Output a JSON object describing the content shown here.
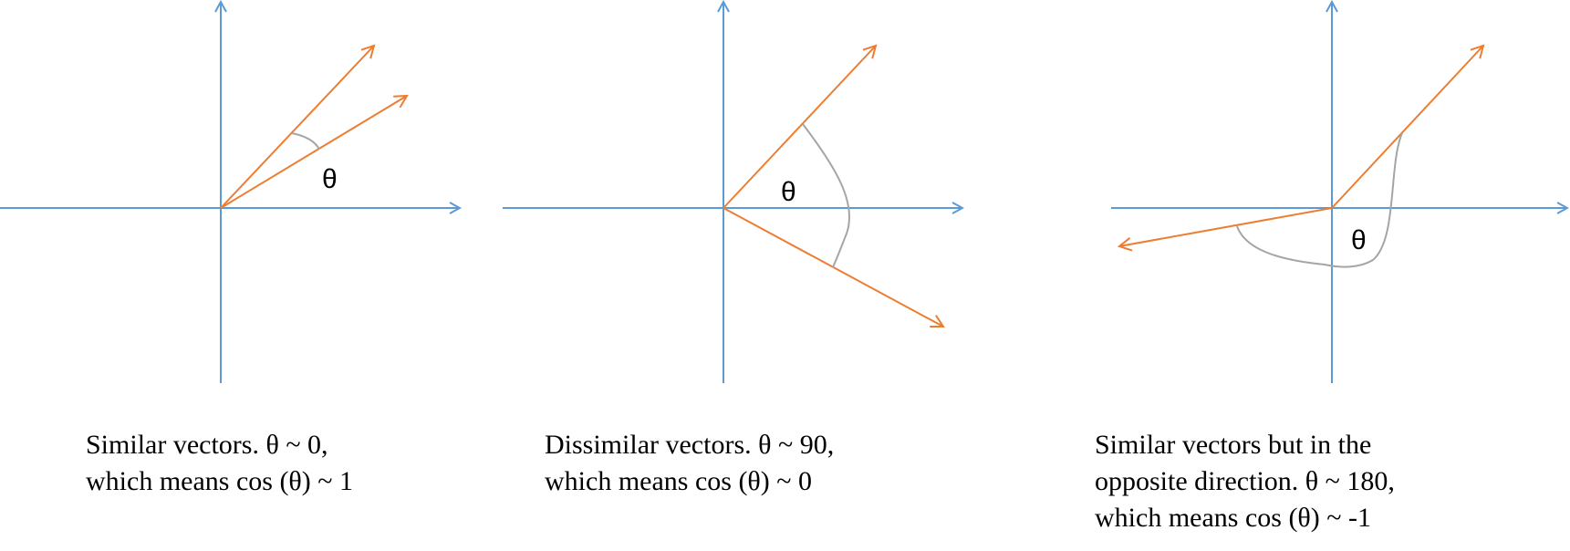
{
  "colors": {
    "axis": "#5b9bd5",
    "vector": "#ed7d31",
    "arc": "#a5a5a5",
    "text": "#000000"
  },
  "panels": [
    {
      "id": "similar",
      "angle_label": "θ",
      "caption": [
        "Similar vectors. θ ~ 0,",
        "which means cos (θ) ~ 1"
      ]
    },
    {
      "id": "dissimilar",
      "angle_label": "θ",
      "caption": [
        "Dissimilar vectors. θ ~ 90,",
        "which means cos (θ) ~ 0"
      ]
    },
    {
      "id": "opposite",
      "angle_label": "θ",
      "caption": [
        "Similar vectors but in the",
        "opposite direction. θ ~ 180,",
        "which means cos (θ) ~ -1"
      ]
    }
  ]
}
